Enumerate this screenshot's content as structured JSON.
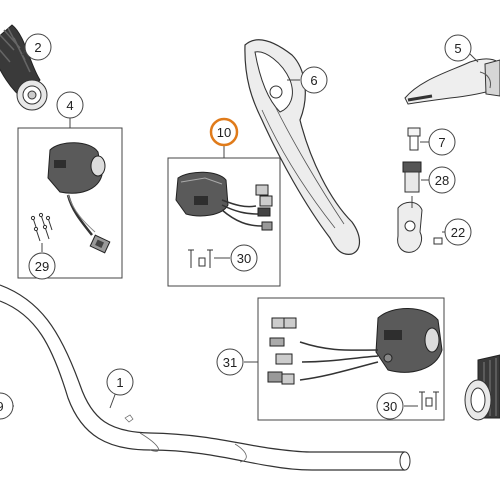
{
  "diagram": {
    "accent_color": "#e07b1a",
    "callouts": [
      {
        "id": "c1",
        "label": "1",
        "shape": "circle"
      },
      {
        "id": "c2",
        "label": "2",
        "shape": "circle"
      },
      {
        "id": "c4",
        "label": "4",
        "shape": "circle"
      },
      {
        "id": "c5",
        "label": "5",
        "shape": "circle"
      },
      {
        "id": "c6",
        "label": "6",
        "shape": "circle"
      },
      {
        "id": "c7",
        "label": "7",
        "shape": "circle"
      },
      {
        "id": "c9",
        "label": "9",
        "shape": "circle"
      },
      {
        "id": "c10",
        "label": "10",
        "shape": "circle",
        "highlight": true
      },
      {
        "id": "c22",
        "label": "22",
        "shape": "circle"
      },
      {
        "id": "c28",
        "label": "28",
        "shape": "circle"
      },
      {
        "id": "c29",
        "label": "29",
        "shape": "circle"
      },
      {
        "id": "c30a",
        "label": "30",
        "shape": "circle"
      },
      {
        "id": "c30b",
        "label": "30",
        "shape": "circle"
      },
      {
        "id": "c31",
        "label": "31",
        "shape": "circle"
      }
    ]
  }
}
